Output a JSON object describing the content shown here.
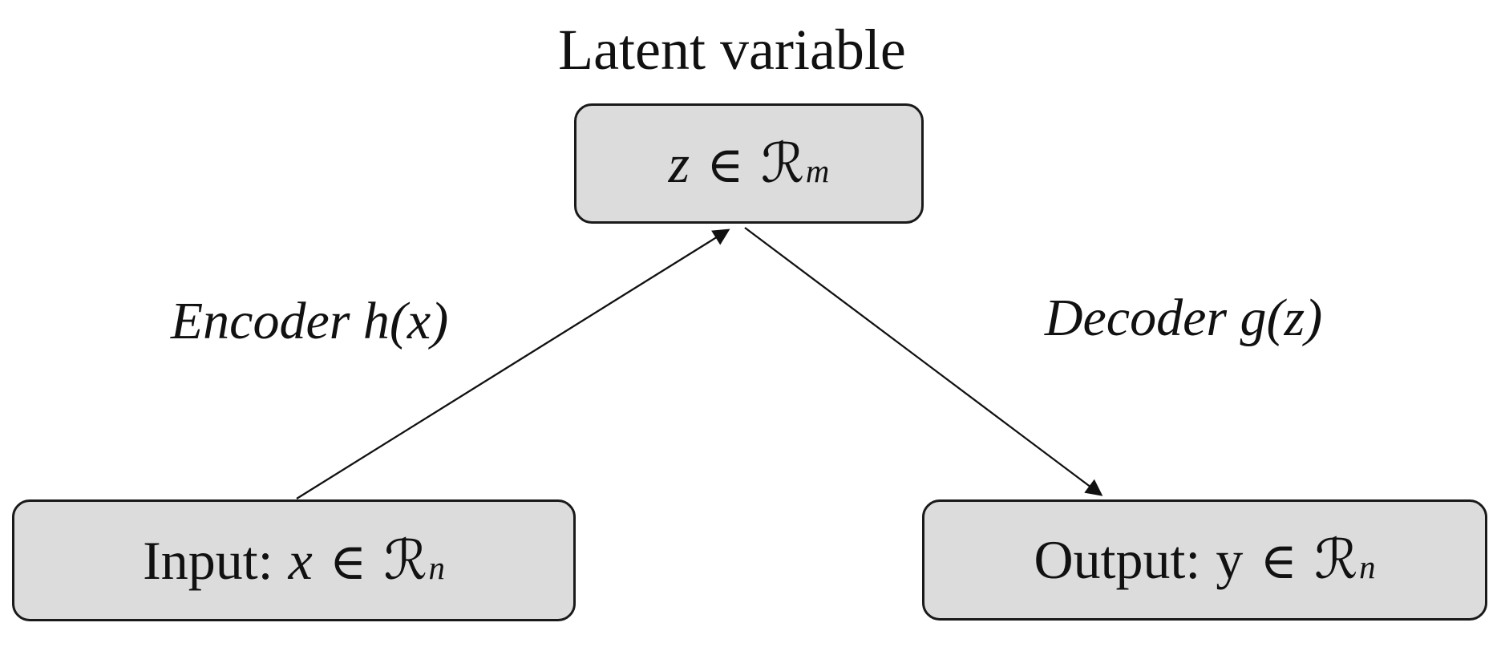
{
  "diagram": {
    "title": "Latent variable",
    "nodes": {
      "latent": {
        "var": "z",
        "element_of": "∈",
        "set": "ℛ",
        "sup": "m"
      },
      "input": {
        "prefix": "Input:",
        "var": "x",
        "element_of": "∈",
        "set": "ℛ",
        "sup": "n"
      },
      "output": {
        "prefix": "Output:",
        "var": "y",
        "element_of": "∈",
        "set": "ℛ",
        "sup": "n"
      }
    },
    "edges": {
      "encoder_label": "Encoder h(x)",
      "decoder_label": "Decoder g(z)"
    },
    "colors": {
      "box_fill": "#dcdcdc",
      "box_border": "#1a1a1a",
      "line": "#111111",
      "background": "#ffffff",
      "text": "#111111"
    }
  }
}
